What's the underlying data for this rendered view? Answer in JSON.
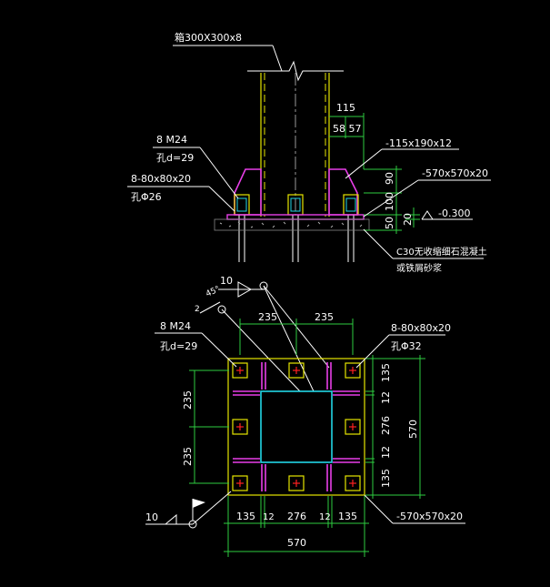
{
  "labels": {
    "column": "箱300X300x8",
    "top_115": "115",
    "top_58_57": "58 57",
    "stiffener_top": "-115x190x12",
    "bolt_elev_count": "8 M24",
    "bolt_elev_hole": "孔d=29",
    "washer_elev_count": "8-80x80x20",
    "washer_elev_hole": "孔Φ26",
    "baseplate_elev": "-570x570x20",
    "elev_level": "-0.300",
    "elev_90": "90",
    "elev_100": "100",
    "elev_50": "50",
    "elev_20": "20",
    "grout_1": "C30无收缩细石混凝土",
    "grout_2": "或铁屑砂浆",
    "weld_size": "10",
    "weld_angle": "45°",
    "weld_gap": "2",
    "plan_bolt_count": "8 M24",
    "plan_bolt_hole": "孔d=29",
    "plan_top_235_a": "235",
    "plan_top_235_b": "235",
    "plan_washer_count": "8-80x80x20",
    "plan_washer_hole": "孔Φ32",
    "plan_left_235_a": "235",
    "plan_left_235_b": "235",
    "plan_right_135_a": "135",
    "plan_right_12_a": "12",
    "plan_right_276": "276",
    "plan_right_12_b": "12",
    "plan_right_135_b": "135",
    "plan_right_570": "570",
    "plan_bot_135_a": "135",
    "plan_bot_12_a": "12",
    "plan_bot_276": "276",
    "plan_bot_12_b": "12",
    "plan_bot_135_b": "135",
    "plan_bot_570": "570",
    "plan_baseplate": "-570x570x20",
    "weld_bottom": "10"
  },
  "colors": {
    "background": "#000000",
    "dimension": "#2ecc40",
    "steel": "#e83ee8",
    "baseplate": "#e6e600",
    "column": "#22d6e6",
    "bolt_mark": "#ff2020"
  }
}
